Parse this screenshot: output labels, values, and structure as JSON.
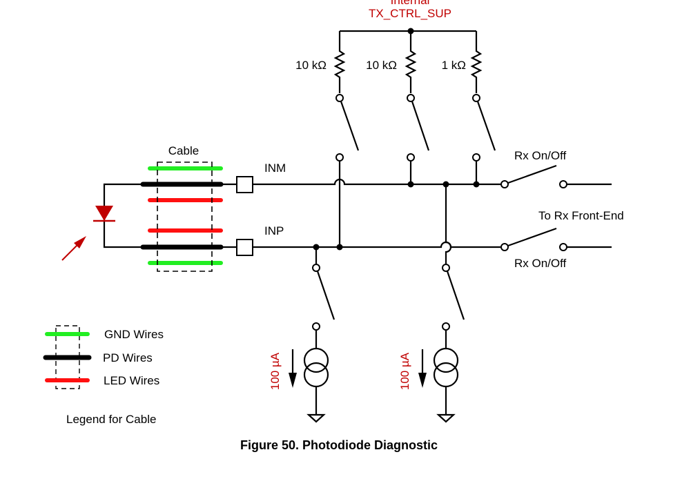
{
  "supply": {
    "line1": "Internal",
    "line2": "TX_CTRL_SUP"
  },
  "resistors": [
    {
      "label": "10 kΩ"
    },
    {
      "label": "10 kΩ"
    },
    {
      "label": "1 kΩ"
    }
  ],
  "cable": {
    "label": "Cable",
    "wires": [
      "GND",
      "PD",
      "LED",
      "LED",
      "PD",
      "GND"
    ]
  },
  "nets": {
    "inm": "INM",
    "inp": "INP"
  },
  "rx": {
    "switch_top": "Rx On/Off",
    "switch_bottom": "Rx On/Off",
    "front_end": "To Rx Front-End"
  },
  "current_sources": [
    {
      "label": "100 µA"
    },
    {
      "label": "100 µA"
    }
  ],
  "legend": {
    "title": "Legend for Cable",
    "items": [
      {
        "label": "GND Wires",
        "color": "#22ee22"
      },
      {
        "label": "PD Wires",
        "color": "#000000"
      },
      {
        "label": "LED Wires",
        "color": "#ff1010"
      }
    ]
  },
  "colors": {
    "gnd": "#22ee22",
    "pd": "#000000",
    "led": "#ff1010",
    "diode": "#c00000",
    "annotation": "#c00000"
  },
  "caption": "Figure 50.  Photodiode Diagnostic"
}
